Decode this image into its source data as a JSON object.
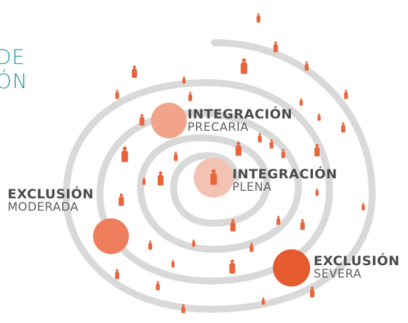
{
  "title": {
    "line1": "DE",
    "line2": "ÓN"
  },
  "labels": {
    "precaria": {
      "strong": "INTEGRACIÓN",
      "light": "PRECARIA"
    },
    "plena": {
      "strong": "INTEGRACIÓN",
      "light": "PLENA"
    },
    "moderada": {
      "strong": "EXCLUSIÓN",
      "light": "MODERADA"
    },
    "severa": {
      "strong": "EXCLUSIÓN",
      "light": "SEVERA"
    }
  },
  "colors": {
    "title": "#1e9a99",
    "spiral": "#d9d9d9",
    "person": "#e8643a",
    "circle_plena": "#f4c2b3",
    "circle_precaria": "#f2a48a",
    "circle_moderada": "#ef7f5c",
    "circle_severa": "#e65a2f"
  }
}
